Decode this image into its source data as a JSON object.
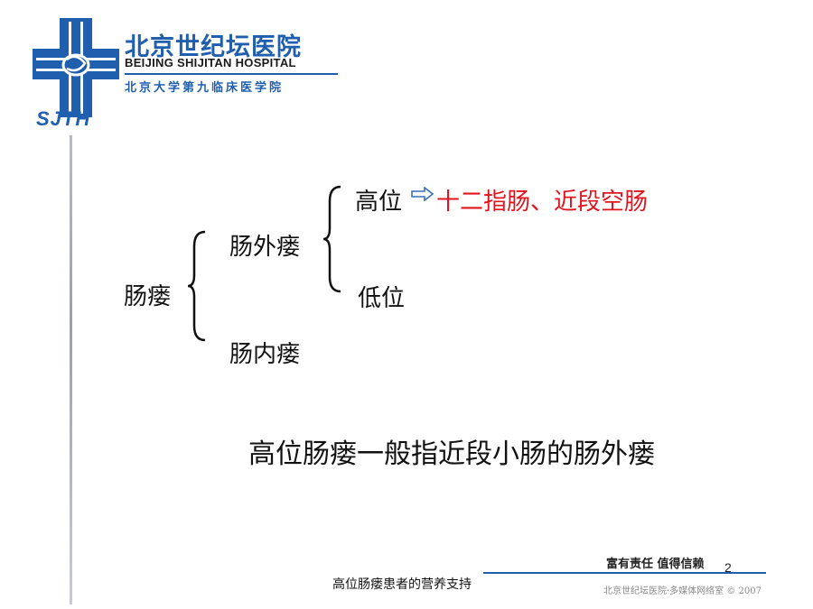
{
  "header": {
    "hospital_name_cn": "北京世纪坛医院",
    "hospital_name_en": "BEIJING SHIJITAN HOSPITAL",
    "university_affiliation": "北京大学第九临床医学院",
    "logo_abbr": "SJTH"
  },
  "diagram": {
    "root": "肠瘘",
    "branch_external": "肠外瘘",
    "branch_internal": "肠内瘘",
    "high": "高位",
    "high_detail": "十二指肠、近段空肠",
    "low": "低位"
  },
  "summary_text": "高位肠瘘一般指近段小肠的肠外瘘",
  "footer": {
    "slogan": "富有责任 值得信赖",
    "page_number": "2",
    "presentation_title": "高位肠瘘患者的营养支持",
    "copyright": "北京世纪坛医院·多媒体网络室 © 2007"
  },
  "colors": {
    "brand_blue": "#1f5fae",
    "highlight_red": "#e0141e"
  }
}
